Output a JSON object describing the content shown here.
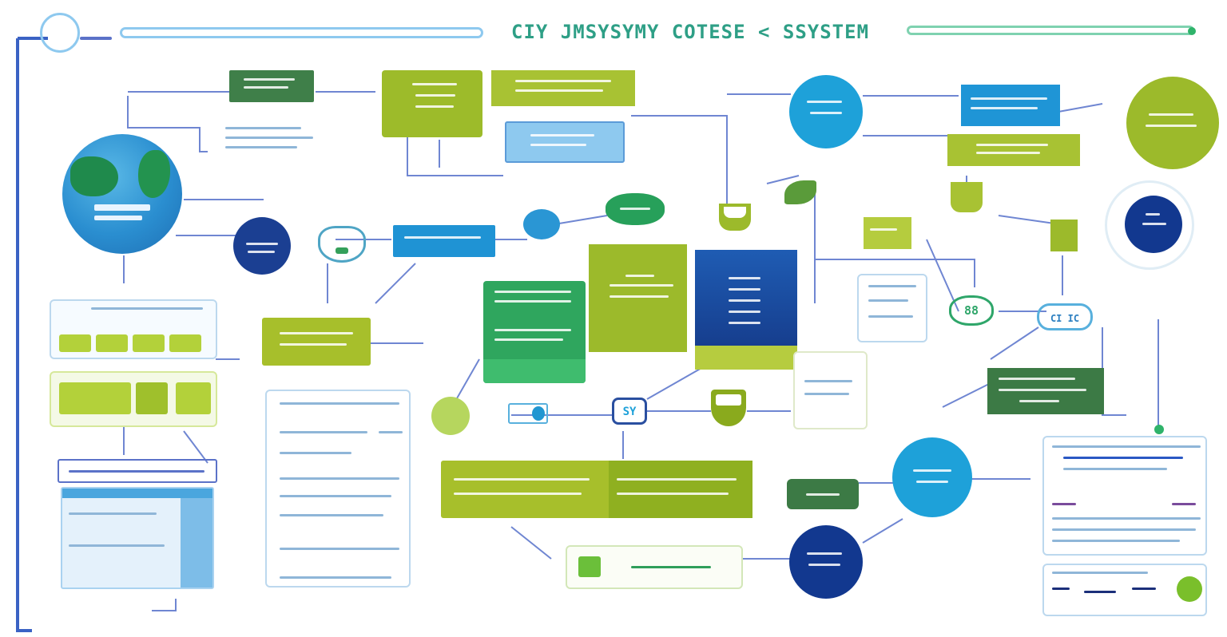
{
  "header": {
    "title": "CIY JMSYSYMY COTESE < SSYSTEM"
  },
  "tags": {
    "hub_left": "88",
    "hub_center": "SY",
    "hub_right_pill": "CI IC"
  },
  "colors": {
    "olive": "#a7bf2b",
    "olive_dark": "#8aa51d",
    "green": "#2f9e5b",
    "green_dark": "#3c7a45",
    "blue": "#1ea1d9",
    "navy": "#12388f",
    "navy_dark": "#1b2f7a",
    "light_blue": "#8ec9ef",
    "line_blue": "#5b72c8"
  },
  "icons": [
    "globe-icon",
    "shield-icon",
    "document-icon",
    "hub-icon",
    "check-icon"
  ]
}
